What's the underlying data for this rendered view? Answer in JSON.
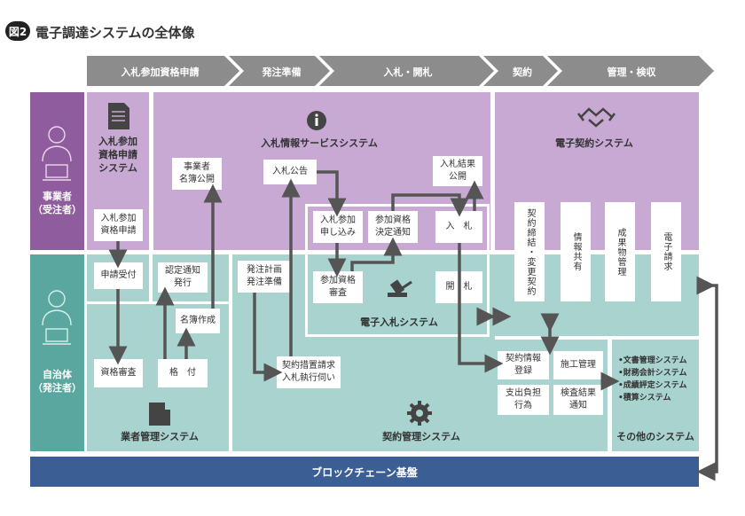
{
  "figure": {
    "badge": "図2",
    "title": "電子調達システムの全体像"
  },
  "phases": [
    "入札参加資格申請",
    "発注準備",
    "入札・開札",
    "契約",
    "管理・検収"
  ],
  "actors": {
    "business": {
      "label": "事業者\n（受注者）"
    },
    "government": {
      "label": "自治体\n（発注者）"
    }
  },
  "systems": {
    "application": "入札参加\n資格申請\nシステム",
    "info_service": "入札情報サービスシステム",
    "e_contract": "電子契約システム",
    "e_bidding": "電子入札システム",
    "vendor_mgmt": "業者管理システム",
    "contract_mgmt": "契約管理システム",
    "other": "その他のシステム",
    "blockchain": "ブロックチェーン基盤"
  },
  "boxes": {
    "apply": "入札参加\n資格申請",
    "receive": "申請受付",
    "review": "資格審査",
    "grade": "格　付",
    "cert_notice": "認定通知\n発行",
    "register": "名簿作成",
    "vendor_list": "事業者\n名簿公開",
    "announce": "入札公告",
    "result_pub": "入札結果\n公開",
    "bid_apply": "入札参加\n申し込み",
    "decision_notice": "参加資格\n決定通知",
    "bid": "入　札",
    "qual_review": "参加資格\n審査",
    "open": "開　札",
    "plan": "発注計画\n発注準備",
    "request": "契約措置請求\n入札執行伺い",
    "contract_reg": "契約情報\n登録",
    "construction": "施工管理",
    "payment": "支出負担\n行為",
    "inspection": "検査結果\n通知",
    "ec_1": "契約締結・変更契約",
    "ec_2": "情報共有",
    "ec_3": "成果物管理",
    "ec_4": "電子請求"
  },
  "other_systems": [
    "•文書管理システム",
    "•財務会計システム",
    "•成績評定システム",
    "•積算システム"
  ],
  "colors": {
    "purple_dark": "#8f5c9e",
    "purple_light": "#c8a9d3",
    "teal_dark": "#5aa79f",
    "teal_light": "#a9d3cf",
    "arrow": "#555555",
    "header_gray": "#8c8c8c",
    "blockchain": "#3b5f94"
  }
}
